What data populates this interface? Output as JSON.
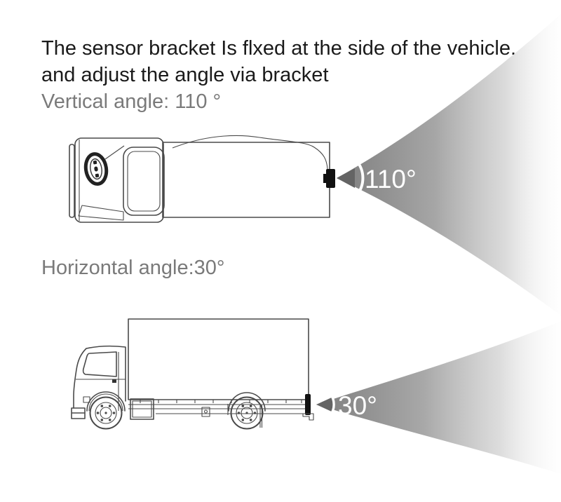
{
  "heading": {
    "line1": "The sensor bracket Is flxed at the side of the vehicle.",
    "line2": "and adjust the angle via bracket"
  },
  "vertical_section": {
    "label": "Vertical angle: 110 °",
    "angle_degrees": 110,
    "beam_angle_label": "110°",
    "view": "top view of truck, sensor on rear side, beam cone to the right"
  },
  "horizontal_section": {
    "label": "Horizontal angle:30°",
    "angle_degrees": 30,
    "beam_angle_label": "30°",
    "view": "side view of box truck, sensor at rear bottom, beam cone to the right"
  },
  "colors": {
    "heading_text": "#1a1a1a",
    "sub_text": "#7a7a7a",
    "beam_dark": "#818181",
    "beam_light": "#ffffff",
    "beam_apex": "#646464",
    "line_color": "#4a4a4a",
    "sensor_color": "#111111",
    "angle_text": "#ffffff",
    "background": "#ffffff"
  }
}
